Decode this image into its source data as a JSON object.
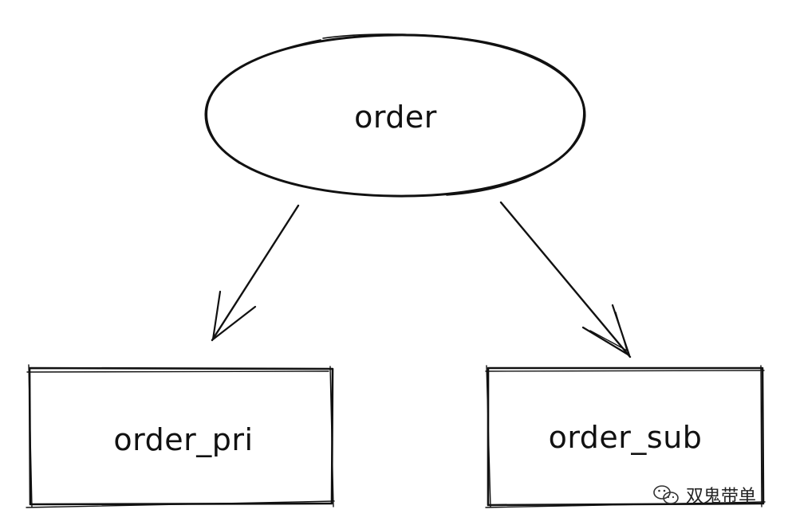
{
  "diagram": {
    "nodes": {
      "root": {
        "label": "order",
        "shape": "ellipse"
      },
      "left": {
        "label": "order_pri",
        "shape": "rectangle"
      },
      "right": {
        "label": "order_sub",
        "shape": "rectangle"
      }
    },
    "edges": [
      {
        "from": "root",
        "to": "left"
      },
      {
        "from": "root",
        "to": "right"
      }
    ]
  },
  "watermark": {
    "text": "双鬼带单",
    "icon": "wechat-icon"
  },
  "colors": {
    "stroke": "#111111",
    "background": "#ffffff"
  }
}
